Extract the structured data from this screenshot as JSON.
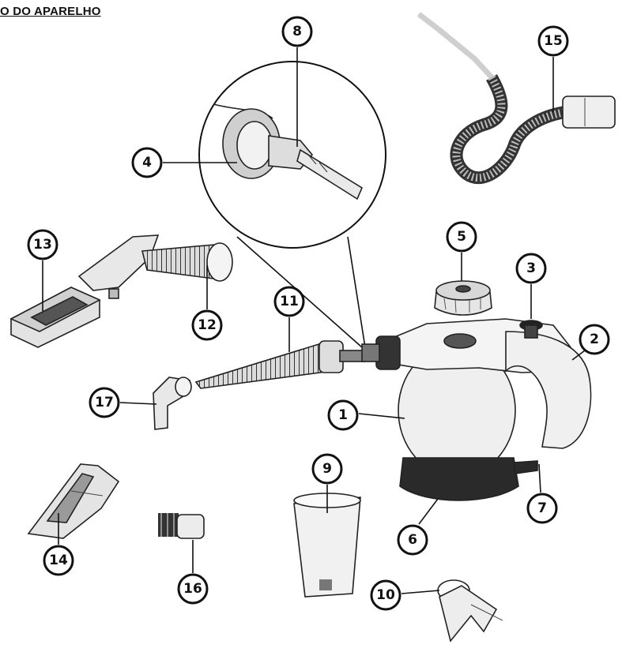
{
  "title": "O DO APARELHO",
  "callouts": [
    {
      "id": "c1",
      "label": "1"
    },
    {
      "id": "c2",
      "label": "2"
    },
    {
      "id": "c3",
      "label": "3"
    },
    {
      "id": "c4",
      "label": "4"
    },
    {
      "id": "c5",
      "label": "5"
    },
    {
      "id": "c6",
      "label": "6"
    },
    {
      "id": "c7",
      "label": "7"
    },
    {
      "id": "c8",
      "label": "8"
    },
    {
      "id": "c9",
      "label": "9"
    },
    {
      "id": "c10",
      "label": "10"
    },
    {
      "id": "c11",
      "label": "11"
    },
    {
      "id": "c12",
      "label": "12"
    },
    {
      "id": "c13",
      "label": "13"
    },
    {
      "id": "c14",
      "label": "14"
    },
    {
      "id": "c15",
      "label": "15"
    },
    {
      "id": "c16",
      "label": "16"
    },
    {
      "id": "c17",
      "label": "17"
    }
  ]
}
